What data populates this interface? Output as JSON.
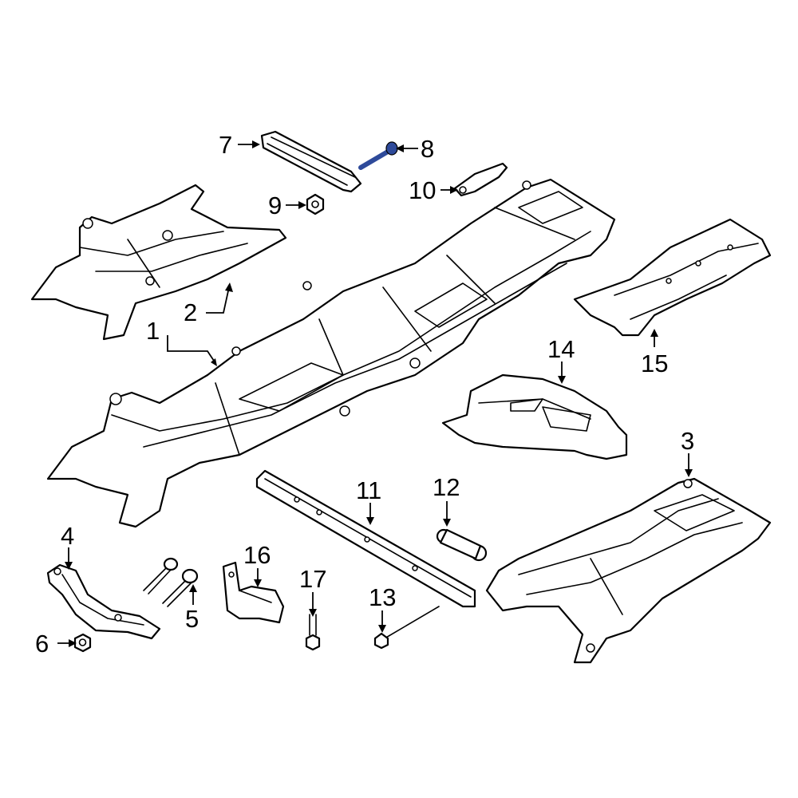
{
  "highlight_color": "#2e4a9a",
  "callouts": [
    {
      "id": "c1",
      "label": "1"
    },
    {
      "id": "c2",
      "label": "2"
    },
    {
      "id": "c3",
      "label": "3"
    },
    {
      "id": "c4",
      "label": "4"
    },
    {
      "id": "c5",
      "label": "5"
    },
    {
      "id": "c6",
      "label": "6"
    },
    {
      "id": "c7",
      "label": "7"
    },
    {
      "id": "c8",
      "label": "8"
    },
    {
      "id": "c9",
      "label": "9"
    },
    {
      "id": "c10",
      "label": "10"
    },
    {
      "id": "c11",
      "label": "11"
    },
    {
      "id": "c12",
      "label": "12"
    },
    {
      "id": "c13",
      "label": "13"
    },
    {
      "id": "c14",
      "label": "14"
    },
    {
      "id": "c15",
      "label": "15"
    },
    {
      "id": "c16",
      "label": "16"
    },
    {
      "id": "c17",
      "label": "17"
    }
  ],
  "highlighted_callout": "8"
}
